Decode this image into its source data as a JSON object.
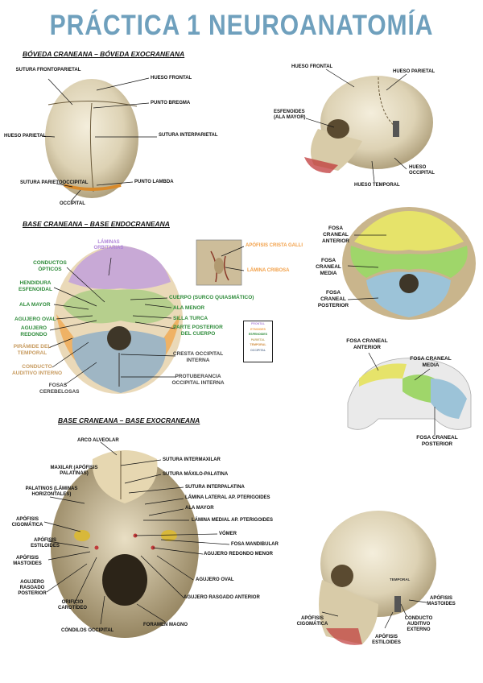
{
  "title": "PRÁCTICA 1 NEUROANATOMÍA",
  "sections": {
    "boveda": "BÓVEDA CRANEANA – BÓVEDA EXOCRANEANA",
    "endo": "BASE CRANEANA – BASE ENDOCRANEANA",
    "exo": "BASE CRANEANA – BASE EXOCRANEANA"
  },
  "boveda_top": {
    "sutura_frontoparietal": "SUTURA FRONTOPARIETAL",
    "hueso_frontal": "HUESO FRONTAL",
    "punto_bregma": "PUNTO BREGMA",
    "hueso_parietal": "HUESO PARIETAL",
    "sutura_interparietal": "SUTURA INTERPARIETAL",
    "sutura_parietooccipital": "SUTURA PARIETOOCCIPITAL",
    "punto_lambda": "PUNTO LAMBDA",
    "occipital": "OCCIPITAL"
  },
  "boveda_side": {
    "hueso_frontal": "HUESO FRONTAL",
    "hueso_parietal": "HUESO PARIETAL",
    "esfenoides": "ESFENOIDES (ALA MAYOR)",
    "hueso_occipital": "HUESO OCCIPITAL",
    "hueso_temporal": "HUESO TEMPORAL"
  },
  "endo": {
    "laminas_orbitarias": "LÁMINAS ORBITARIAS",
    "conductos_opticos": "CONDUCTOS ÓPTICOS",
    "hendidura_esfenoidal": "HENDIDURA ESFENOIDAL",
    "ala_mayor_left": "ALA MAYOR",
    "agujero_oval": "AGUJERO OVAL",
    "agujero_redondo": "AGUJERO REDONDO",
    "piramide_temporal": "PIRÁMIDE DEL TEMPORAL",
    "conducto_auditivo_interno": "CONDUCTO AUDITIVO INTERNO",
    "fosas_cerebelosas": "FOSAS CEREBELOSAS",
    "apofisis_crista_galli": "APÓFISIS CRISTA GALLI",
    "lamina_cribosa": "LÁMINA CRIBOSA",
    "cuerpo_surco": "CUERPO (SURCO QUIASMÁTICO)",
    "ala_menor": "ALA MENOR",
    "silla_turca": "SILLA TURCA",
    "parte_posterior": "PARTE POSTERIOR DEL CUERPO",
    "cresta_occipital_interna": "CRESTA OCCIPITAL INTERNA",
    "protuberancia": "PROTUBERANCIA OCCIPITAL INTERNA",
    "legend": [
      "FRONTAL",
      "ETMOIDES",
      "ESFENOIDES",
      "PARIETAL",
      "TEMPORAL",
      "OCCIPITAL"
    ]
  },
  "fosas": {
    "anterior": "FOSA CRANEAL ANTERIOR",
    "media": "FOSA CRANEAL MEDIA",
    "posterior": "FOSA CRANEAL POSTERIOR"
  },
  "exo": {
    "arco_alveolar": "ARCO ALVEOLAR",
    "maxilar": "MAXILAR (APÓFISIS PALATINAS)",
    "palatinos": "PALATINOS (LÁMINAS HORIZONTALES)",
    "apofisis_cigomatica": "APÓFISIS CIGOMÁTICA",
    "apofisis_estiloides": "APÓFISIS ESTILOIDES",
    "apofisis_mastoides": "APÓFISIS MASTOIDES",
    "agujero_rasgado_posterior": "AGUJERO RASGADO POSTERIOR",
    "orificio_carotideo": "ORIFICIO CAROTÍDEO",
    "condilos_occipital": "CÓNDILOS OCCIPITAL",
    "foramen_magno": "FORAMEN MAGNO",
    "sutura_intermaxilar": "SUTURA INTERMAXILAR",
    "sutura_maxilo_palatina": "SUTURA MÁXILO-PALATINA",
    "sutura_interpalatina": "SUTURA INTERPALATINA",
    "lamina_lateral": "LÁMINA LATERAL AP. PTERIGOIDES",
    "ala_mayor": "ALA MAYOR",
    "lamina_medial": "LÁMINA MEDIAL AP. PTERIGOIDES",
    "vomer": "VÓMER",
    "fosa_mandibular": "FOSA MANDIBULAR",
    "agujero_redondo_menor": "AGUJERO REDONDO MENOR",
    "agujero_oval": "AGUJERO OVAL",
    "agujero_rasgado_anterior": "AGUJERO RASGADO ANTERIOR"
  },
  "side_skull": {
    "temporal": "TEMPORAL",
    "apofisis_cigomatica": "APÓFISIS CIGOMÁTICA",
    "apofisis_estiloides": "APÓFISIS ESTILOIDES",
    "conducto_auditivo_externo": "CONDUCTO AUDITIVO EXTERNO",
    "apofisis_mastoides": "APÓFISIS MASTOIDES"
  },
  "colors": {
    "title": "#6fa0bd",
    "green": "#2e8b3a",
    "violet": "#b086d8",
    "orange": "#f2a048",
    "tan": "#c79a5e",
    "fosa_anterior": "#e6e36a",
    "fosa_media": "#9fd66a",
    "fosa_posterior": "#9cc3d8"
  }
}
